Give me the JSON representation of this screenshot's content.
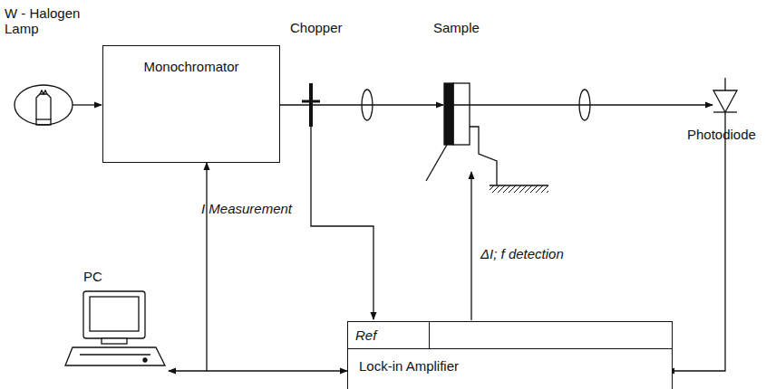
{
  "diagram": {
    "nodes": [
      {
        "text": [
          "Monochromator"
        ]
      },
      {
        "text": [
          "Lock-in Amplifier"
        ]
      },
      {
        "text": [
          "Ref"
        ],
        "in": 1
      }
    ],
    "edges": [
      {
        "from": 1,
        "to": 0,
        "arrow": "both"
      }
    ],
    "labels": [
      "W - Halogen Lamp",
      "Chopper",
      "Sample",
      "Photodiode",
      "PC",
      "I Measurement",
      "ΔI; f detection"
    ]
  }
}
